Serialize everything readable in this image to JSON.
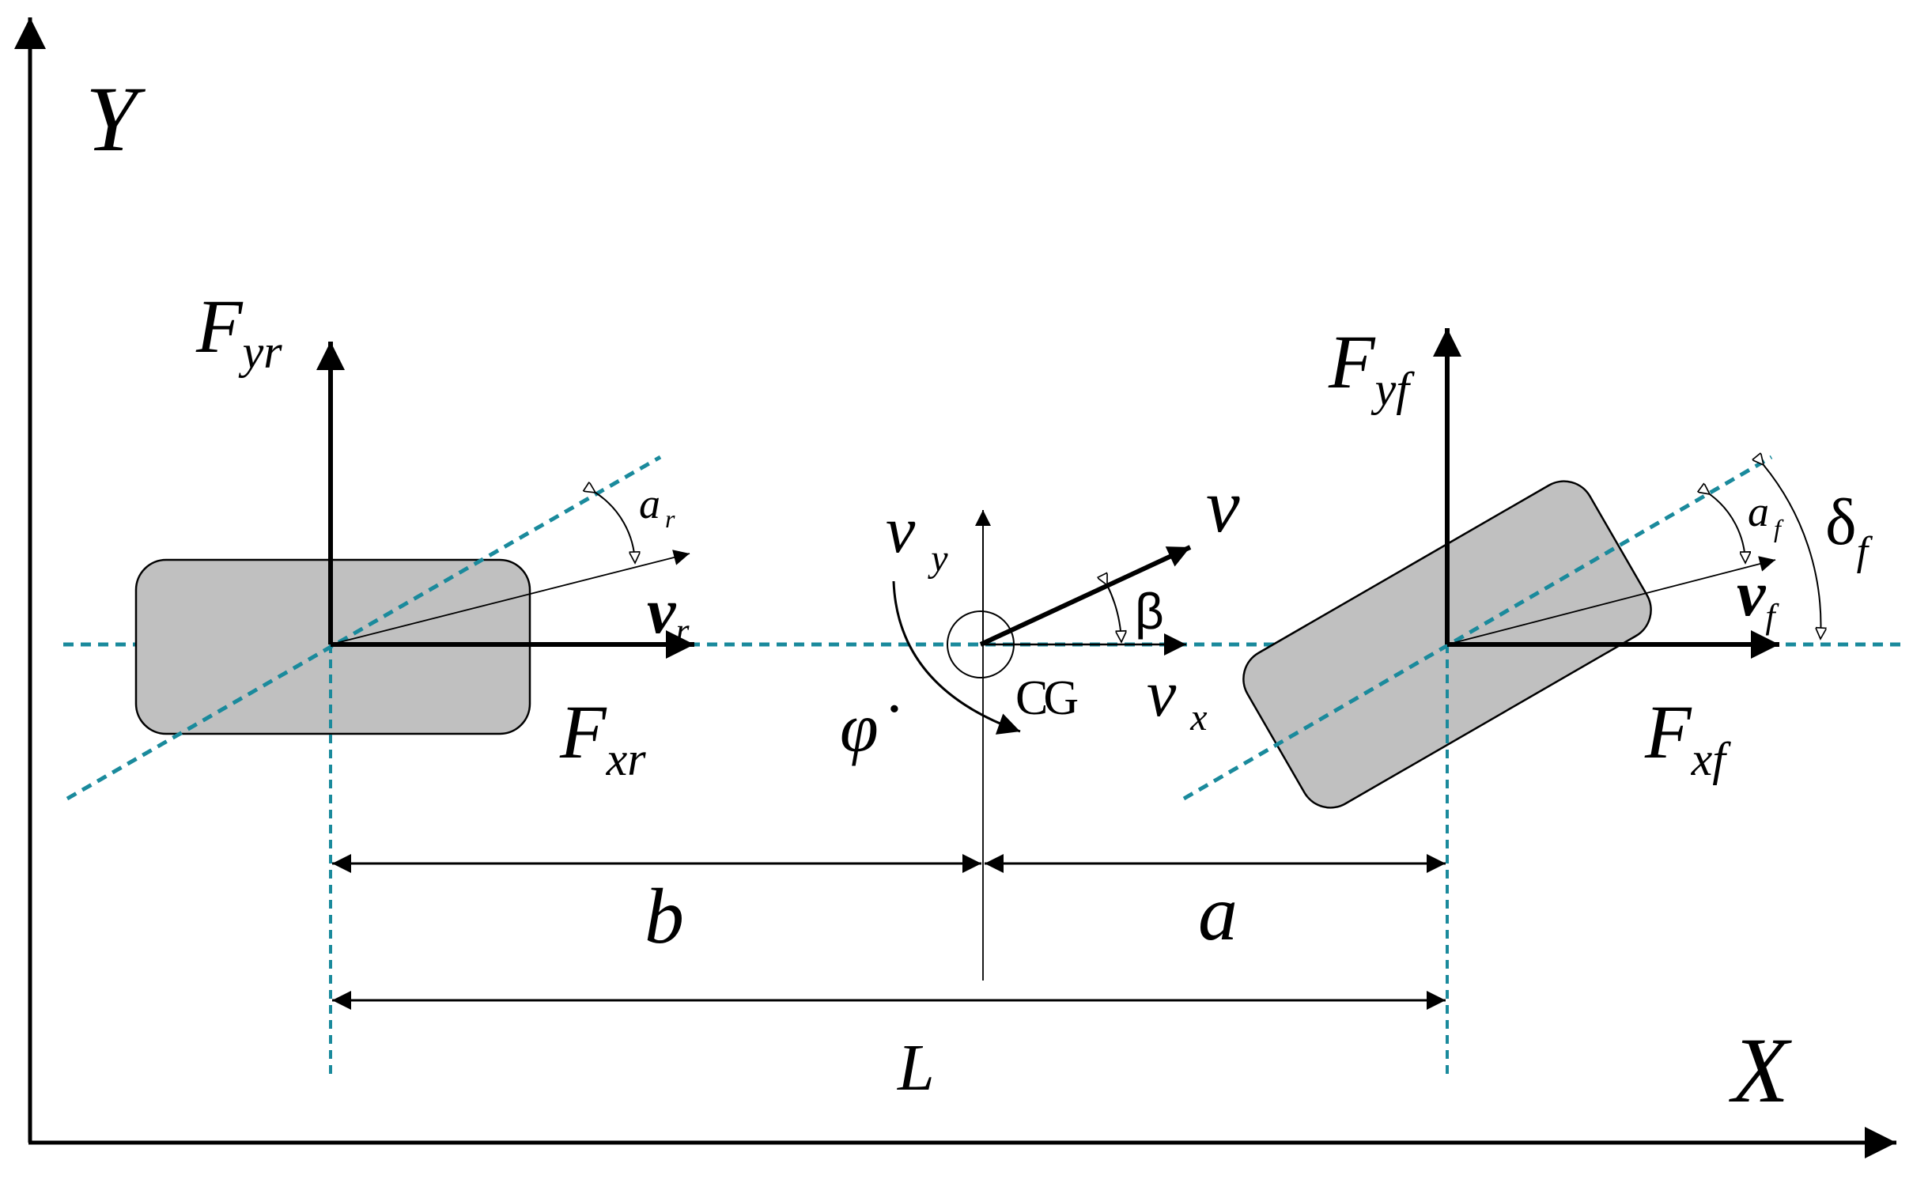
{
  "axes": {
    "y_label": "Y",
    "x_label": "X"
  },
  "rear_wheel": {
    "fy_main": "F",
    "fy_sub": "yr",
    "fx_main": "F",
    "fx_sub": "xr",
    "v_main": "v",
    "v_sub": "r",
    "alpha_main": "a",
    "alpha_sub": "r"
  },
  "front_wheel": {
    "fy_main": "F",
    "fy_sub": "yf",
    "fx_main": "F",
    "fx_sub": "xf",
    "v_main": "v",
    "v_sub": "f",
    "alpha_main": "a",
    "alpha_sub": "f",
    "delta_main": "δ",
    "delta_sub": "f"
  },
  "center": {
    "cg_label": "CG",
    "v_label": "v",
    "vy_main": "v",
    "vy_sub": "y",
    "vx_main": "v",
    "vx_sub": "x",
    "beta_label": "β",
    "yaw_rate_label": "φ̇"
  },
  "dimensions": {
    "b_label": "b",
    "a_label": "a",
    "L_label": "L"
  },
  "colors": {
    "line": "#000000",
    "dashed_axis": "#1a8a9c",
    "wheel_fill": "#c0c0c0",
    "wheel_stroke": "#000000"
  }
}
